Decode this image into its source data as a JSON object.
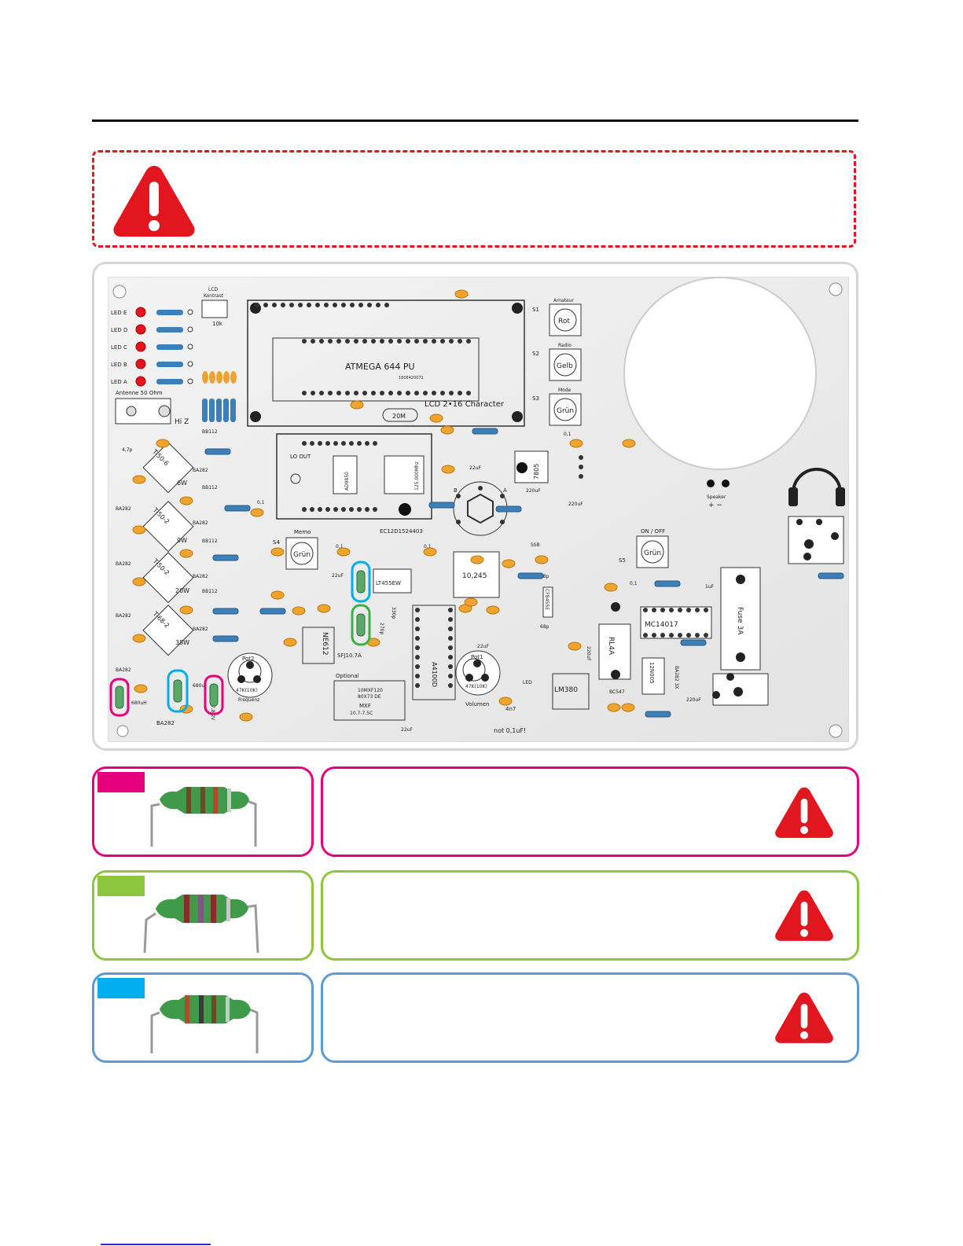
{
  "colors": {
    "warning_red": "#e1161e",
    "magenta": "#e6007e",
    "green": "#8cc63f",
    "blue": "#00aeef",
    "card_blue_border": "#5b9bd5",
    "board_green": "#4c9a55",
    "resistor_blue": "#3d80b8",
    "cap_orange": "#f0a430"
  },
  "icons": [
    "warning-icon",
    "headphones-icon",
    "speaker-plus-minus-icon"
  ],
  "board": {
    "leds": [
      "LED E",
      "LED D",
      "LED C",
      "LED B",
      "LED A"
    ],
    "lcd_contrast": "LCD\nKontrast",
    "lcd_contrast_line1": "LCD",
    "lcd_contrast_line2": "Kontrast",
    "pot_10k": "10k",
    "antenna": "Antenne 50 Ohm",
    "hiz": "Hi Z",
    "mcu": "ATMEGA 644 PU",
    "mcu_code": "1808420071",
    "lcd_label": "LCD 2•16 Character",
    "crystal": "20M",
    "val_01": "0,1",
    "val_22uf": "22uF",
    "val_220uf": "220uF",
    "val_47p": "4,7p",
    "bb112": "BB112",
    "ba282": "BA282",
    "lo_out": "LO OUT",
    "dds": "AD9850",
    "osc": "125.000Mhz",
    "dds_code": "EC12D1524403",
    "tor_1": "T-50-6",
    "tor_2": "T-50-2",
    "tor_3": "T-50-2",
    "tor_4": "T-68-2",
    "turns_1": "6W",
    "turns_2": "9W",
    "turns_3": "20W",
    "turns_4": "38W",
    "memo": "Memo",
    "s4": "S4",
    "gruen": "Grün",
    "s1": "S1",
    "s2": "S2",
    "s3": "S3",
    "s5": "S5",
    "amateur": "Amateur",
    "radio": "Radio",
    "mode": "Mode",
    "rot": "Rot",
    "gelb": "Gelb",
    "vreg": "7805",
    "speaker": "Speaker",
    "plus_minus": "+ −",
    "on_off": "ON / OFF",
    "fuse": "Fuse 3A",
    "filter": "LT455EW",
    "if_xtal": "10,245",
    "cap_270p": "270p",
    "cap_330p": "330p",
    "ssb": "SSB",
    "cap_68p": "68p",
    "cbf": "CFB455E",
    "bc547": "BC547",
    "ic_am": "A4100D",
    "ne612": "NE612",
    "sfj": "SFJ10.7A",
    "pot1": "Pot1",
    "pot2": "Pot2",
    "pot_val": "47K(10K)",
    "volumen": "Volumen",
    "frequenz": "Frequenz",
    "relay": "RL4A",
    "counter": "MC14017",
    "ic_bridge": "12N005",
    "ba282_3x": "BA282 3X",
    "lm380": "LM380",
    "led_lbl": "LED",
    "cap_1uf": "1uF",
    "ba282_bottom": "BA282",
    "ind_680": "680uH",
    "ind_680b": "680u",
    "zener": "7,8.2V",
    "optional": "Optional",
    "xtal_filter": "10MXF120\n80X73 DE",
    "xtal_filter_l1": "10MXF120",
    "xtal_filter_l2": "80X73 DE",
    "mxf": "MXF\n10.7-7.5C",
    "mxf_l1": "MXF",
    "mxf_l2": "10.7-7.5C",
    "cap_4n7": "4n7",
    "not_01": "not 0,1uF!",
    "pin_a": "A",
    "pin_b": "B"
  }
}
